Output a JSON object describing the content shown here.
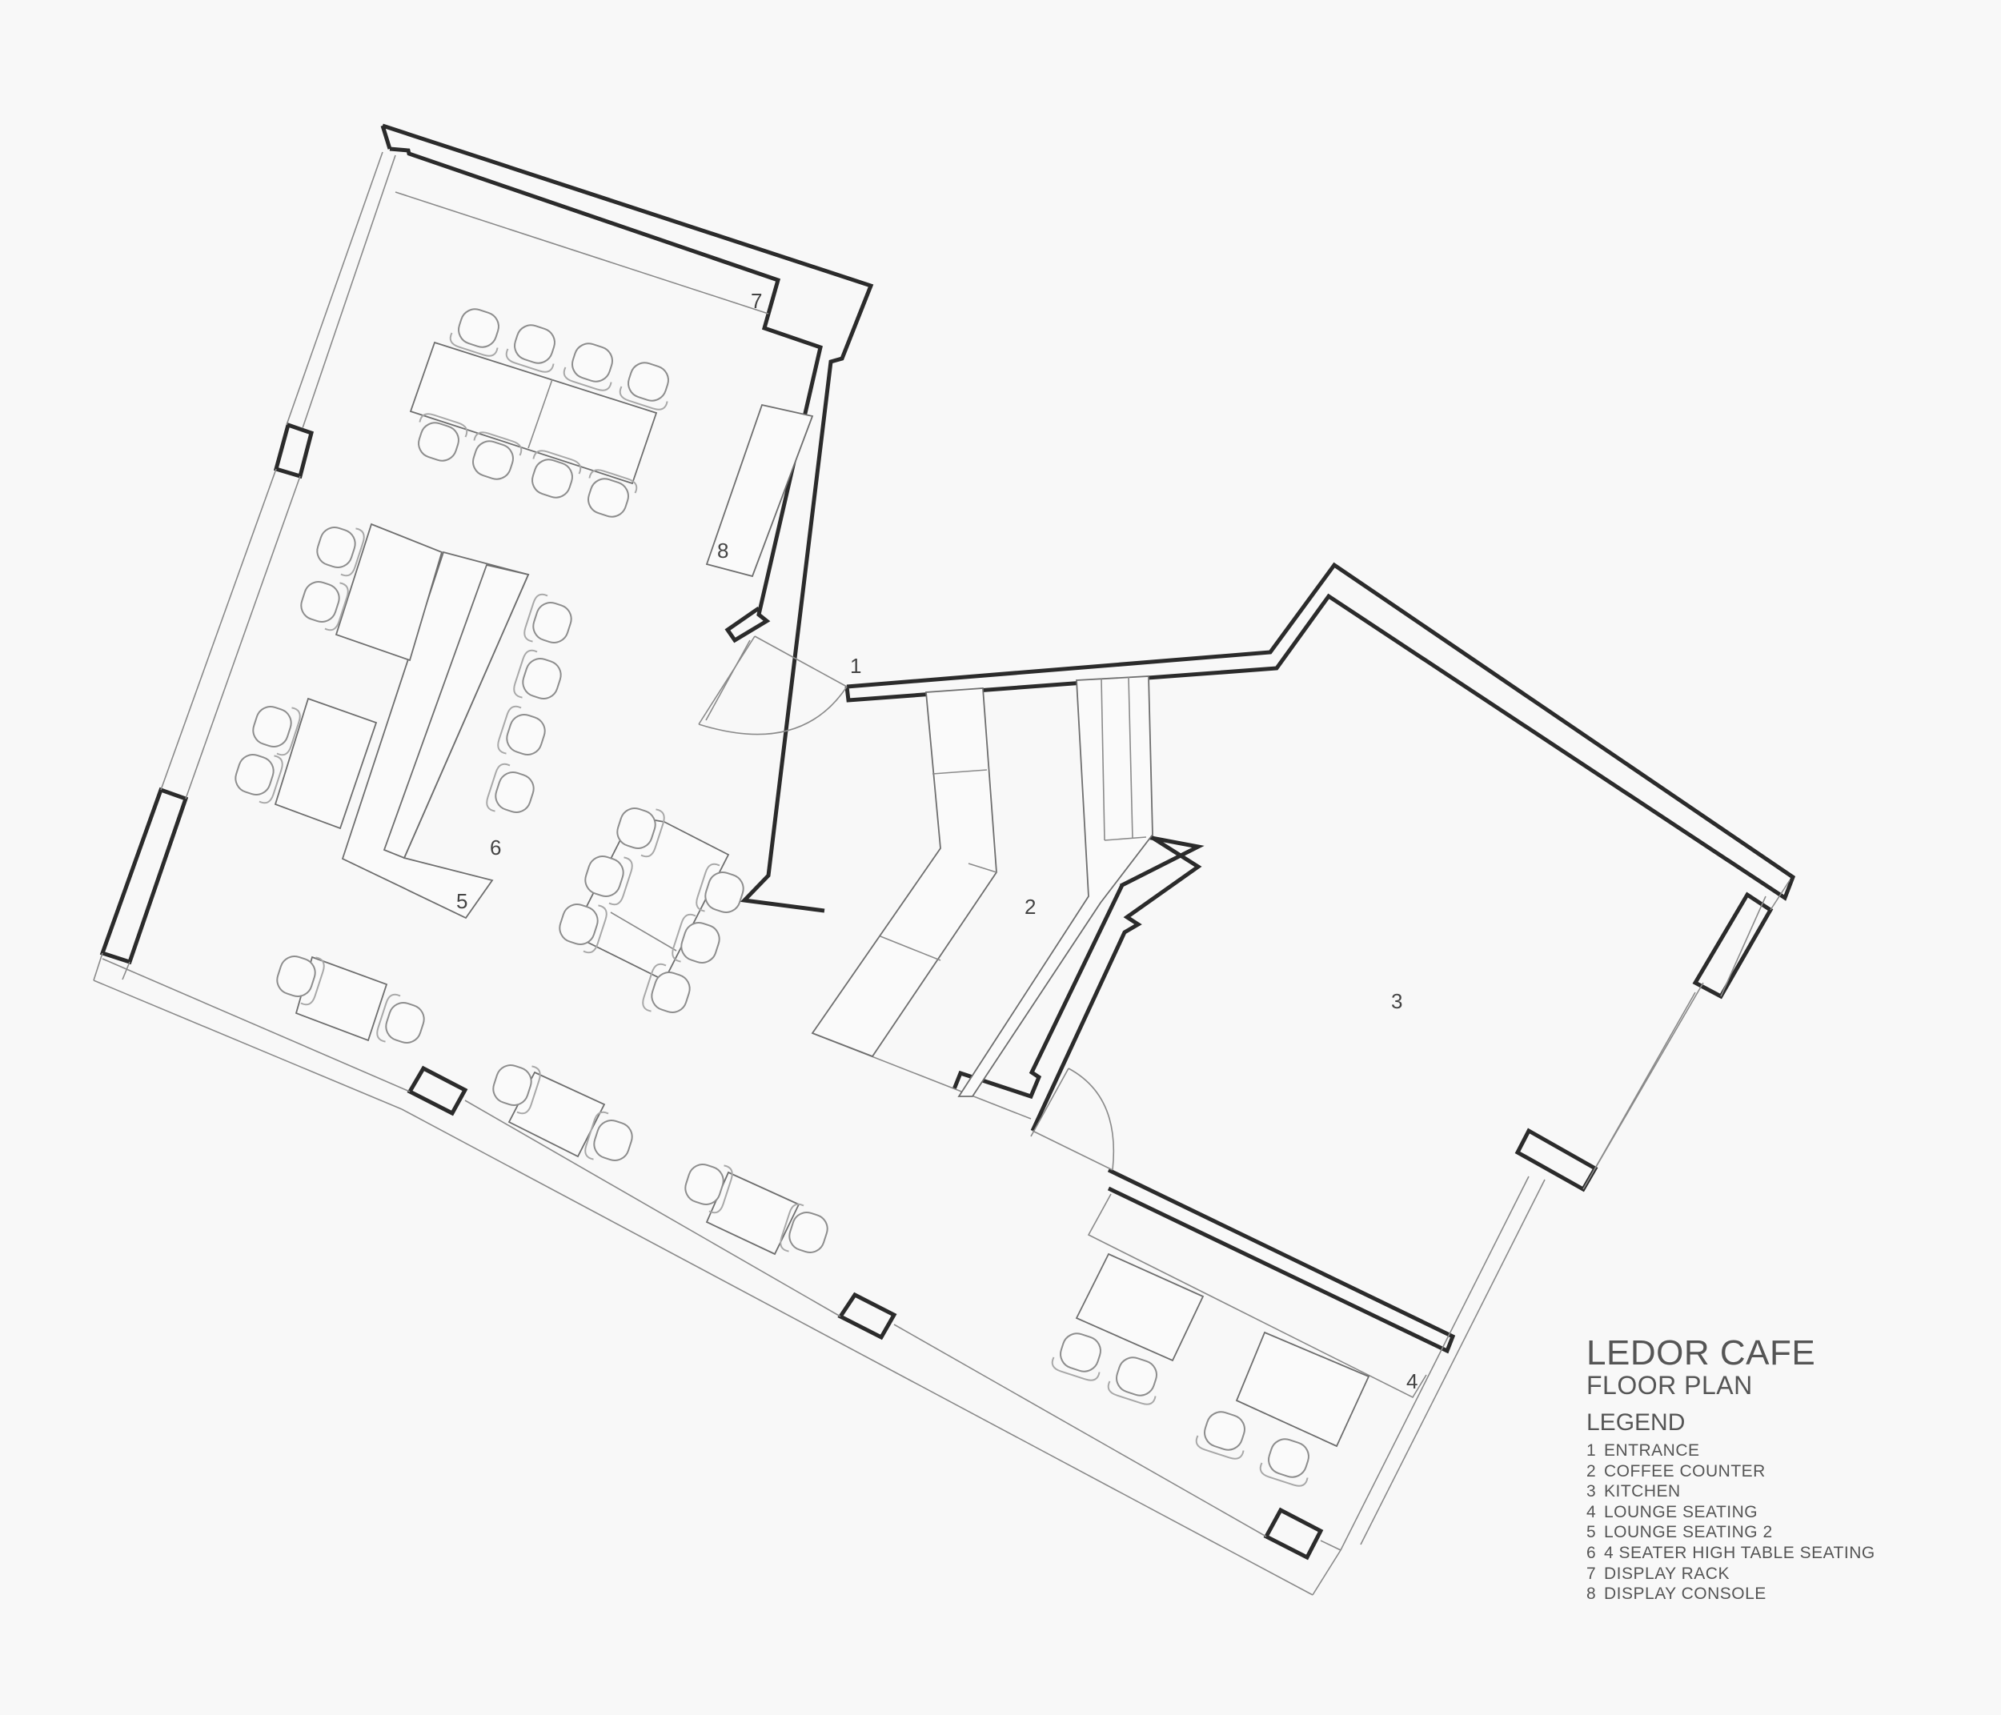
{
  "title": "LEDOR CAFE",
  "subtitle": "FLOOR PLAN",
  "legend": {
    "heading": "LEGEND",
    "items": [
      {
        "num": "1",
        "label": "ENTRANCE"
      },
      {
        "num": "2",
        "label": "COFFEE COUNTER"
      },
      {
        "num": "3",
        "label": "KITCHEN"
      },
      {
        "num": "4",
        "label": "LOUNGE SEATING"
      },
      {
        "num": "5",
        "label": "LOUNGE SEATING 2"
      },
      {
        "num": "6",
        "label": "4 SEATER HIGH TABLE SEATING"
      },
      {
        "num": "7",
        "label": "DISPLAY RACK"
      },
      {
        "num": "8",
        "label": "DISPLAY CONSOLE"
      }
    ]
  },
  "plan_labels": {
    "entrance": "1",
    "coffee_counter": "2",
    "kitchen": "3",
    "lounge_seating": "4",
    "lounge_seating_2": "5",
    "high_table_seating": "6",
    "display_rack": "7",
    "display_console": "8"
  }
}
